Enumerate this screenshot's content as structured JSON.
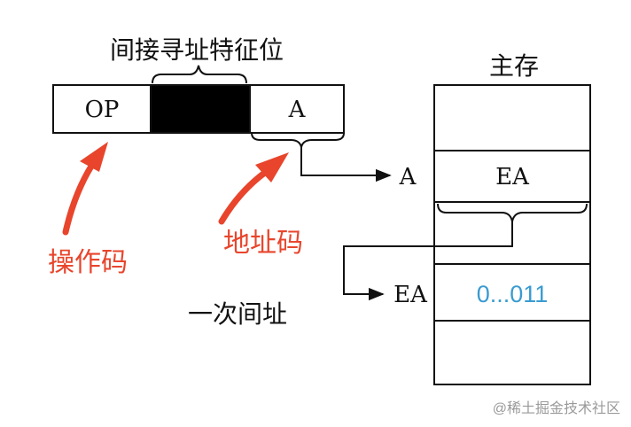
{
  "instruction": {
    "feature_label": "间接寻址特征位",
    "fields": [
      {
        "label": "OP",
        "fill": "#ffffff"
      },
      {
        "label": "",
        "fill": "#000000"
      },
      {
        "label": "A",
        "fill": "#ffffff"
      }
    ]
  },
  "memory": {
    "title": "主存",
    "cells": [
      "",
      "EA",
      "",
      "0...011",
      ""
    ],
    "pointers": [
      {
        "label": "A",
        "cell_index": 1
      },
      {
        "label": "EA",
        "cell_index": 3
      }
    ]
  },
  "annotations": {
    "opcode_label": "操作码",
    "address_label": "地址码",
    "caption": "一次间址"
  },
  "watermark": "@稀土掘金技术社区",
  "colors": {
    "line": "#111111",
    "accent_red": "#e8452c",
    "value_blue": "#3a9bd0",
    "watermark": "#9a9a9a"
  }
}
